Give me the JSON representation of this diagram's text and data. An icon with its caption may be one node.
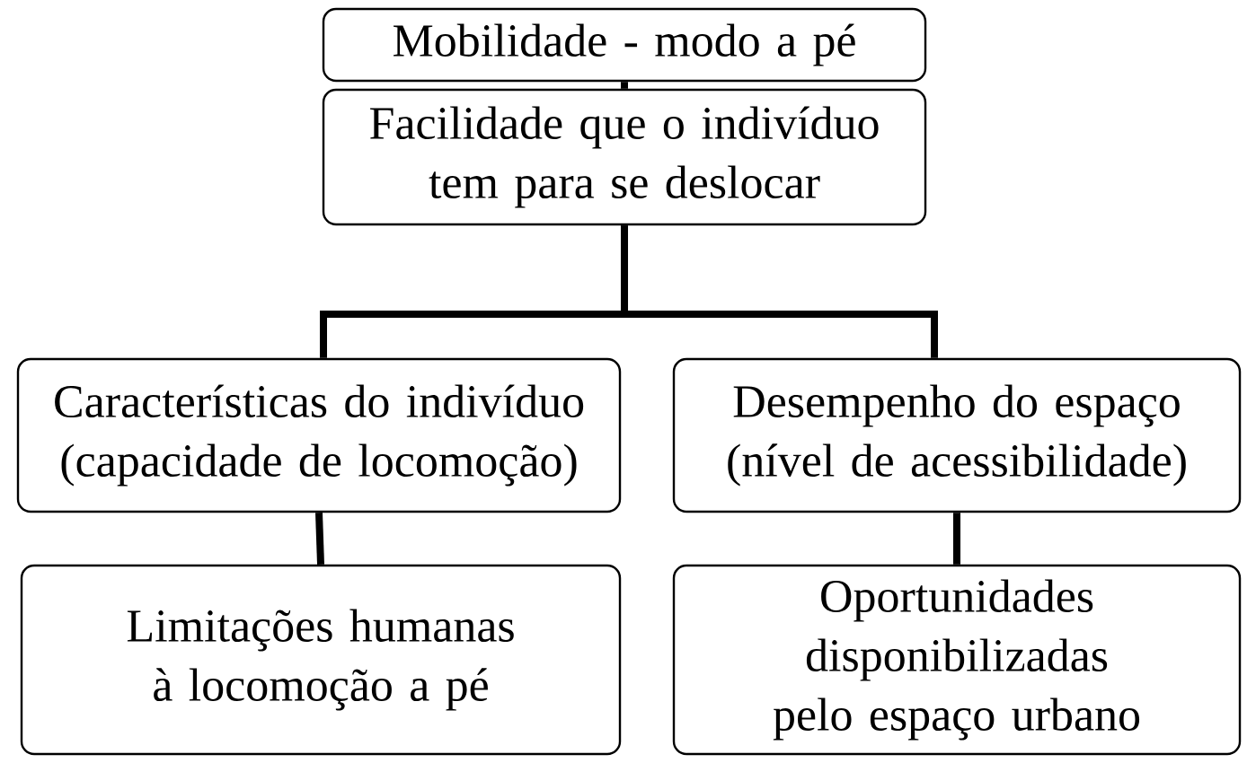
{
  "diagram": {
    "nodes": [
      {
        "text": [
          "Mobilidade - modo a pé"
        ]
      },
      {
        "text": [
          "Facilidade que o indivíduo tem para se deslocar"
        ]
      },
      {
        "text": [
          "Características do indivíduo (capacidade de locomoção)"
        ]
      },
      {
        "text": [
          "Desempenho do espaço (nível de acessibilidade)"
        ]
      },
      {
        "text": [
          "Limitações humanas à locomoção a pé"
        ]
      },
      {
        "text": [
          "Oportunidades disponibilizadas pelo espaço urbano"
        ]
      }
    ],
    "edges": [
      {
        "from": 0,
        "to": 1,
        "arrow": "none"
      },
      {
        "from": 1,
        "to": 2,
        "arrow": "none"
      },
      {
        "from": 1,
        "to": 3,
        "arrow": "none"
      },
      {
        "from": 2,
        "to": 4,
        "arrow": "none"
      },
      {
        "from": 3,
        "to": 5,
        "arrow": "none"
      }
    ]
  }
}
